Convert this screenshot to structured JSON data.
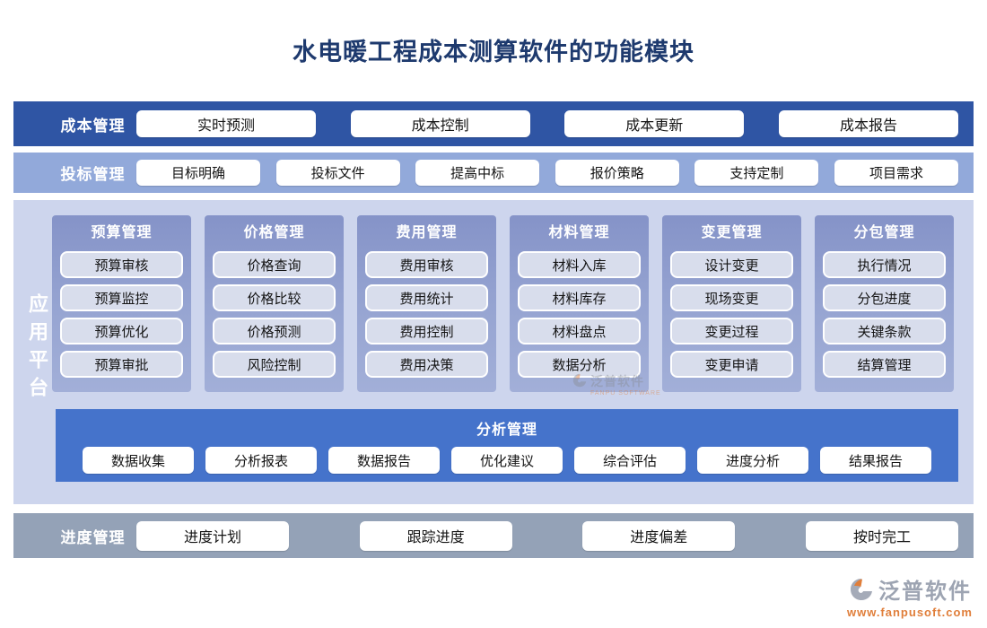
{
  "title": "水电暖工程成本测算软件的功能模块",
  "rows": {
    "cost": {
      "label": "成本管理",
      "buttons": [
        "实时预测",
        "成本控制",
        "成本更新",
        "成本报告"
      ]
    },
    "bid": {
      "label": "投标管理",
      "buttons": [
        "目标明确",
        "投标文件",
        "提高中标",
        "报价策略",
        "支持定制",
        "项目需求"
      ]
    },
    "schedule": {
      "label": "进度管理",
      "buttons": [
        "进度计划",
        "跟踪进度",
        "进度偏差",
        "按时完工"
      ]
    }
  },
  "platform": {
    "label": "应用平台",
    "columns": [
      {
        "header": "预算管理",
        "items": [
          "预算审核",
          "预算监控",
          "预算优化",
          "预算审批"
        ]
      },
      {
        "header": "价格管理",
        "items": [
          "价格查询",
          "价格比较",
          "价格预测",
          "风险控制"
        ]
      },
      {
        "header": "费用管理",
        "items": [
          "费用审核",
          "费用统计",
          "费用控制",
          "费用决策"
        ]
      },
      {
        "header": "材料管理",
        "items": [
          "材料入库",
          "材料库存",
          "材料盘点",
          "数据分析"
        ]
      },
      {
        "header": "变更管理",
        "items": [
          "设计变更",
          "现场变更",
          "变更过程",
          "变更申请"
        ]
      },
      {
        "header": "分包管理",
        "items": [
          "执行情况",
          "分包进度",
          "关键条款",
          "结算管理"
        ]
      }
    ],
    "analysis": {
      "header": "分析管理",
      "buttons": [
        "数据收集",
        "分析报表",
        "数据报告",
        "优化建议",
        "综合评估",
        "进度分析",
        "结果报告"
      ]
    }
  },
  "watermark": {
    "text": "泛普软件",
    "subtext": "FANPU SOFTWARE"
  },
  "footer": {
    "brand": "泛普软件",
    "url": "www.fanpusoft.com"
  },
  "colors": {
    "title": "#1E3A6E",
    "cost_bar": "#2F55A4",
    "bid_bar": "#92A9DA",
    "platform_bg": "#CDD5ED",
    "column_gradient_top": "#8593C8",
    "column_gradient_bottom": "#A2AFD8",
    "item_bg": "#D8DDEC",
    "analysis_bg": "#4573CB",
    "schedule_bar": "#94A2B7",
    "brand_gray": "#9DA4B2",
    "brand_orange": "#E07E3A"
  }
}
